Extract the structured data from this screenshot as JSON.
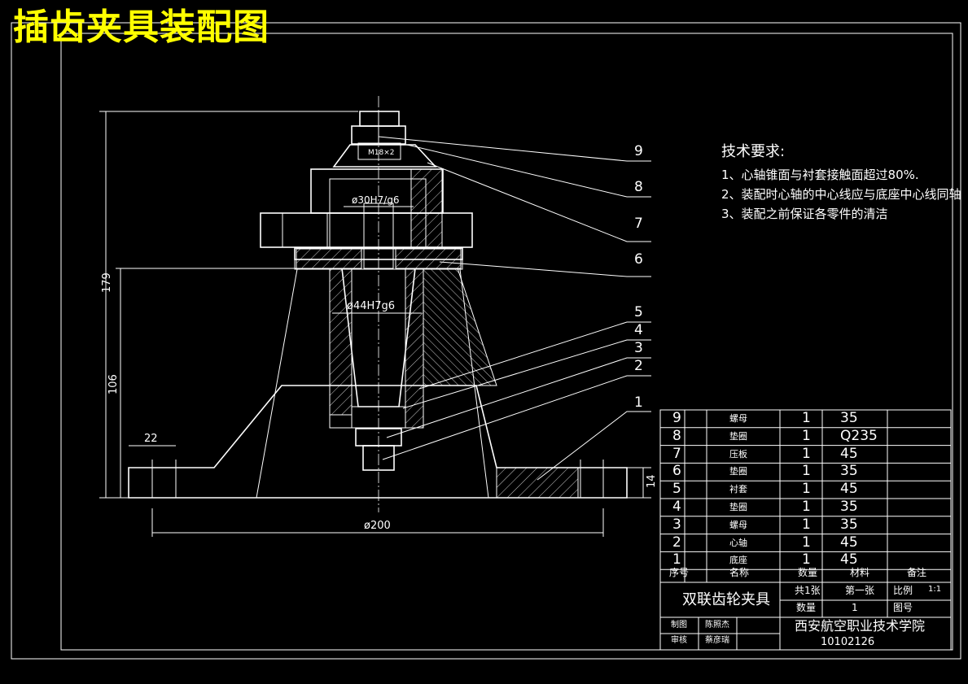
{
  "title": "插齿夹具装配图",
  "dimensions": {
    "overall_height": "179",
    "base_height": "106",
    "boss_width": "22",
    "base_diameter": "ø200",
    "flange_thickness": "14",
    "fit_small": "ø30H7/g6",
    "fit_large": "ø44H7g6",
    "thread": "M18×2"
  },
  "callouts": [
    "9",
    "8",
    "7",
    "6",
    "5",
    "4",
    "3",
    "2",
    "1"
  ],
  "requirements": {
    "heading": "技术要求:",
    "items": [
      "1、心轴锥面与衬套接触面超过80%.",
      "2、装配时心轴的中心线应与底座中心线同轴",
      "3、装配之前保证各零件的清洁"
    ]
  },
  "parts_list": {
    "rows": [
      {
        "no": "9",
        "name": "螺母",
        "qty": "1",
        "material": "35"
      },
      {
        "no": "8",
        "name": "垫圈",
        "qty": "1",
        "material": "Q235"
      },
      {
        "no": "7",
        "name": "压板",
        "qty": "1",
        "material": "45"
      },
      {
        "no": "6",
        "name": "垫圈",
        "qty": "1",
        "material": "35"
      },
      {
        "no": "5",
        "name": "衬套",
        "qty": "1",
        "material": "45"
      },
      {
        "no": "4",
        "name": "垫圈",
        "qty": "1",
        "material": "35"
      },
      {
        "no": "3",
        "name": "螺母",
        "qty": "1",
        "material": "35"
      },
      {
        "no": "2",
        "name": "心轴",
        "qty": "1",
        "material": "45"
      },
      {
        "no": "1",
        "name": "底座",
        "qty": "1",
        "material": "45"
      }
    ],
    "headers": [
      "序号",
      "名称",
      "数量",
      "材料",
      "备注"
    ]
  },
  "title_block": {
    "drawing_name": "双联齿轮夹具",
    "sheet_total": "共1张",
    "sheet_no": "第一张",
    "scale_label": "比例",
    "scale_value": "1:1",
    "qty_label": "数量",
    "qty_value": "1",
    "drawing_no_label": "图号",
    "drawn_label": "制图",
    "drawn_name": "陈照杰",
    "checked_label": "审核",
    "checked_name": "蔡彦瑞",
    "school": "西安航空职业技术学院",
    "student_id": "10102126"
  }
}
